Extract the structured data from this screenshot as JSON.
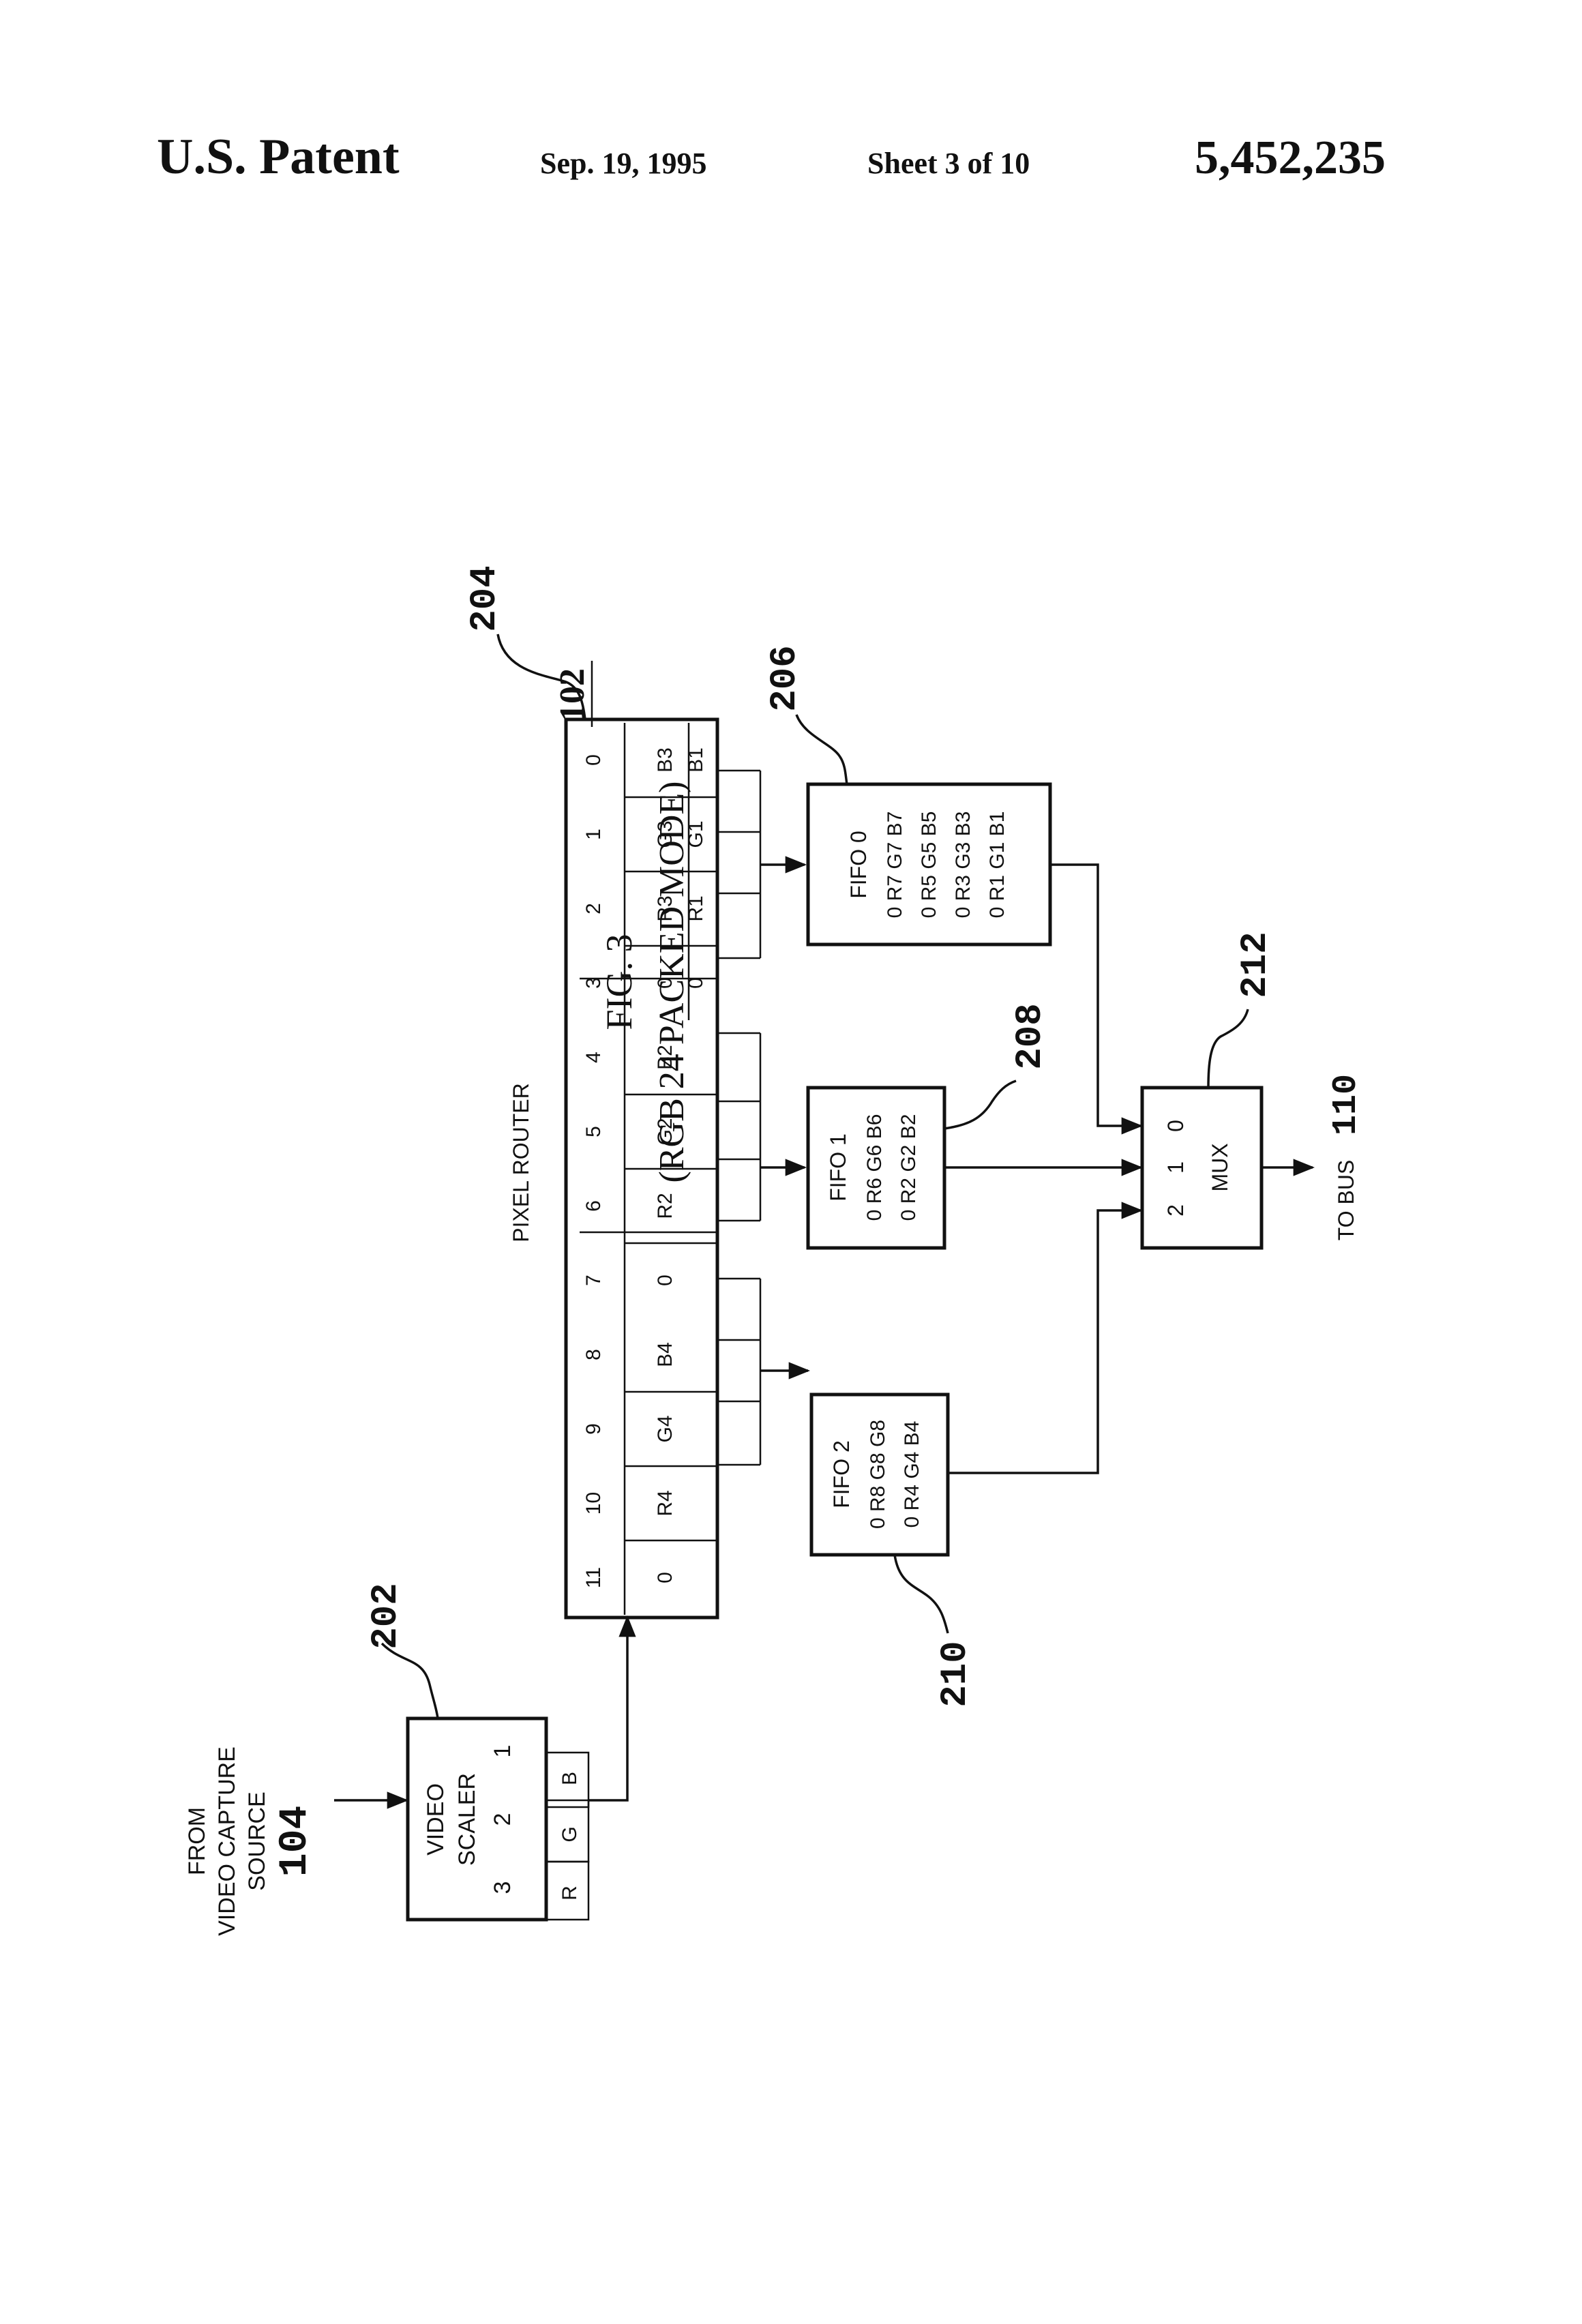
{
  "header": {
    "patent_label": "U.S. Patent",
    "date": "Sep. 19, 1995",
    "sheet": "Sheet 3 of 10",
    "patent_number": "5,452,235"
  },
  "figure": {
    "title": "FIG. 3",
    "subtitle": "(RGB 24 PACKED MODE)",
    "ref_main": "102"
  },
  "source": {
    "line1": "FROM",
    "line2": "VIDEO CAPTURE",
    "line3": "SOURCE",
    "ref": "104"
  },
  "video_scaler": {
    "ref": "202",
    "line1": "VIDEO",
    "line2": "SCALER",
    "nums": [
      "3",
      "2",
      "1"
    ],
    "channels": [
      "R",
      "G",
      "B"
    ]
  },
  "pixel_router": {
    "ref": "204",
    "label": "PIXEL ROUTER",
    "slots": [
      "11",
      "10",
      "9",
      "8",
      "7",
      "6",
      "5",
      "4",
      "3",
      "2",
      "1",
      "0"
    ],
    "row1": [
      "0",
      "R4",
      "G4",
      "B4",
      "0",
      "R2",
      "G2",
      "B2",
      "0",
      "R3",
      "G3",
      "B3"
    ],
    "row2": [
      "0",
      "R1",
      "G1",
      "B1"
    ]
  },
  "fifo0": {
    "ref": "206",
    "title": "FIFO 0",
    "rows": [
      "0 R7 G7 B7",
      "0 R5 G5 B5",
      "0 R3 G3 B3",
      "0 R1 G1 B1"
    ]
  },
  "fifo1": {
    "ref": "208",
    "title": "FIFO 1",
    "rows": [
      "0 R6 G6 B6",
      "0 R2 G2 B2"
    ]
  },
  "fifo2": {
    "ref": "210",
    "title": "FIFO 2",
    "rows": [
      "0 R8 G8 G8",
      "0 R4 G4 B4"
    ]
  },
  "mux": {
    "ref": "212",
    "label": "MUX",
    "inputs": [
      "0",
      "1",
      "2"
    ],
    "output_label": "TO BUS",
    "output_ref": "110"
  }
}
